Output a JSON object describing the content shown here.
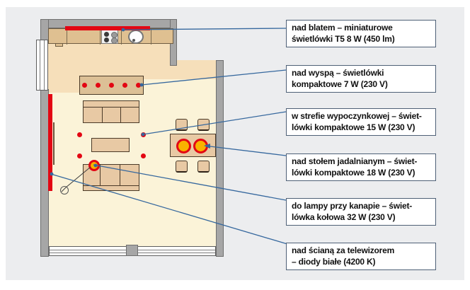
{
  "diagram": {
    "title_hint": "apartment lighting floor plan with callout labels",
    "callouts": [
      {
        "text": "nad blatem – miniaturowe\nświetlówki T5 8 W (450 lm)"
      },
      {
        "text": "nad wyspą – świetlówki\nkompaktowe 7 W (230 V)"
      },
      {
        "text": "w strefie wypoczynkowej – świet-\nlówki kompaktowe 15 W (230 V)"
      },
      {
        "text": "nad stołem jadalnianym – świet-\nlówki kompaktowe 18 W (230 V)"
      },
      {
        "text": "do lampy przy kanapie – świet-\nlówka kołowa 32 W (230 V)"
      },
      {
        "text": "nad ścianą za telewizorem\n– diody białe (4200 K)"
      }
    ],
    "icons": {
      "stove": "4-burner cooktop symbol",
      "sink": "round kitchen sink symbol",
      "recessed-light": "small red dot",
      "pendant-light": "orange circle with red ring",
      "floor-lamp": "small outlined circle with arm line",
      "led-strip": "red strip along wall/counter",
      "window": "white band with double frame lines"
    }
  },
  "colors": {
    "red": "#e30613",
    "orange": "#f9b200",
    "blue": "#36689e",
    "wall": "#a6a6a6",
    "wall_edge": "#6f6f6f",
    "floor": "#fbf3d8",
    "kitchen_zone": "#f6dfba",
    "furn": "#e8c9a4",
    "furn2": "#dcc096",
    "furn_edge": "#4a3a28",
    "counter": "#dfc091",
    "label_border": "#4e6076",
    "page_bg": "#ecedef"
  }
}
